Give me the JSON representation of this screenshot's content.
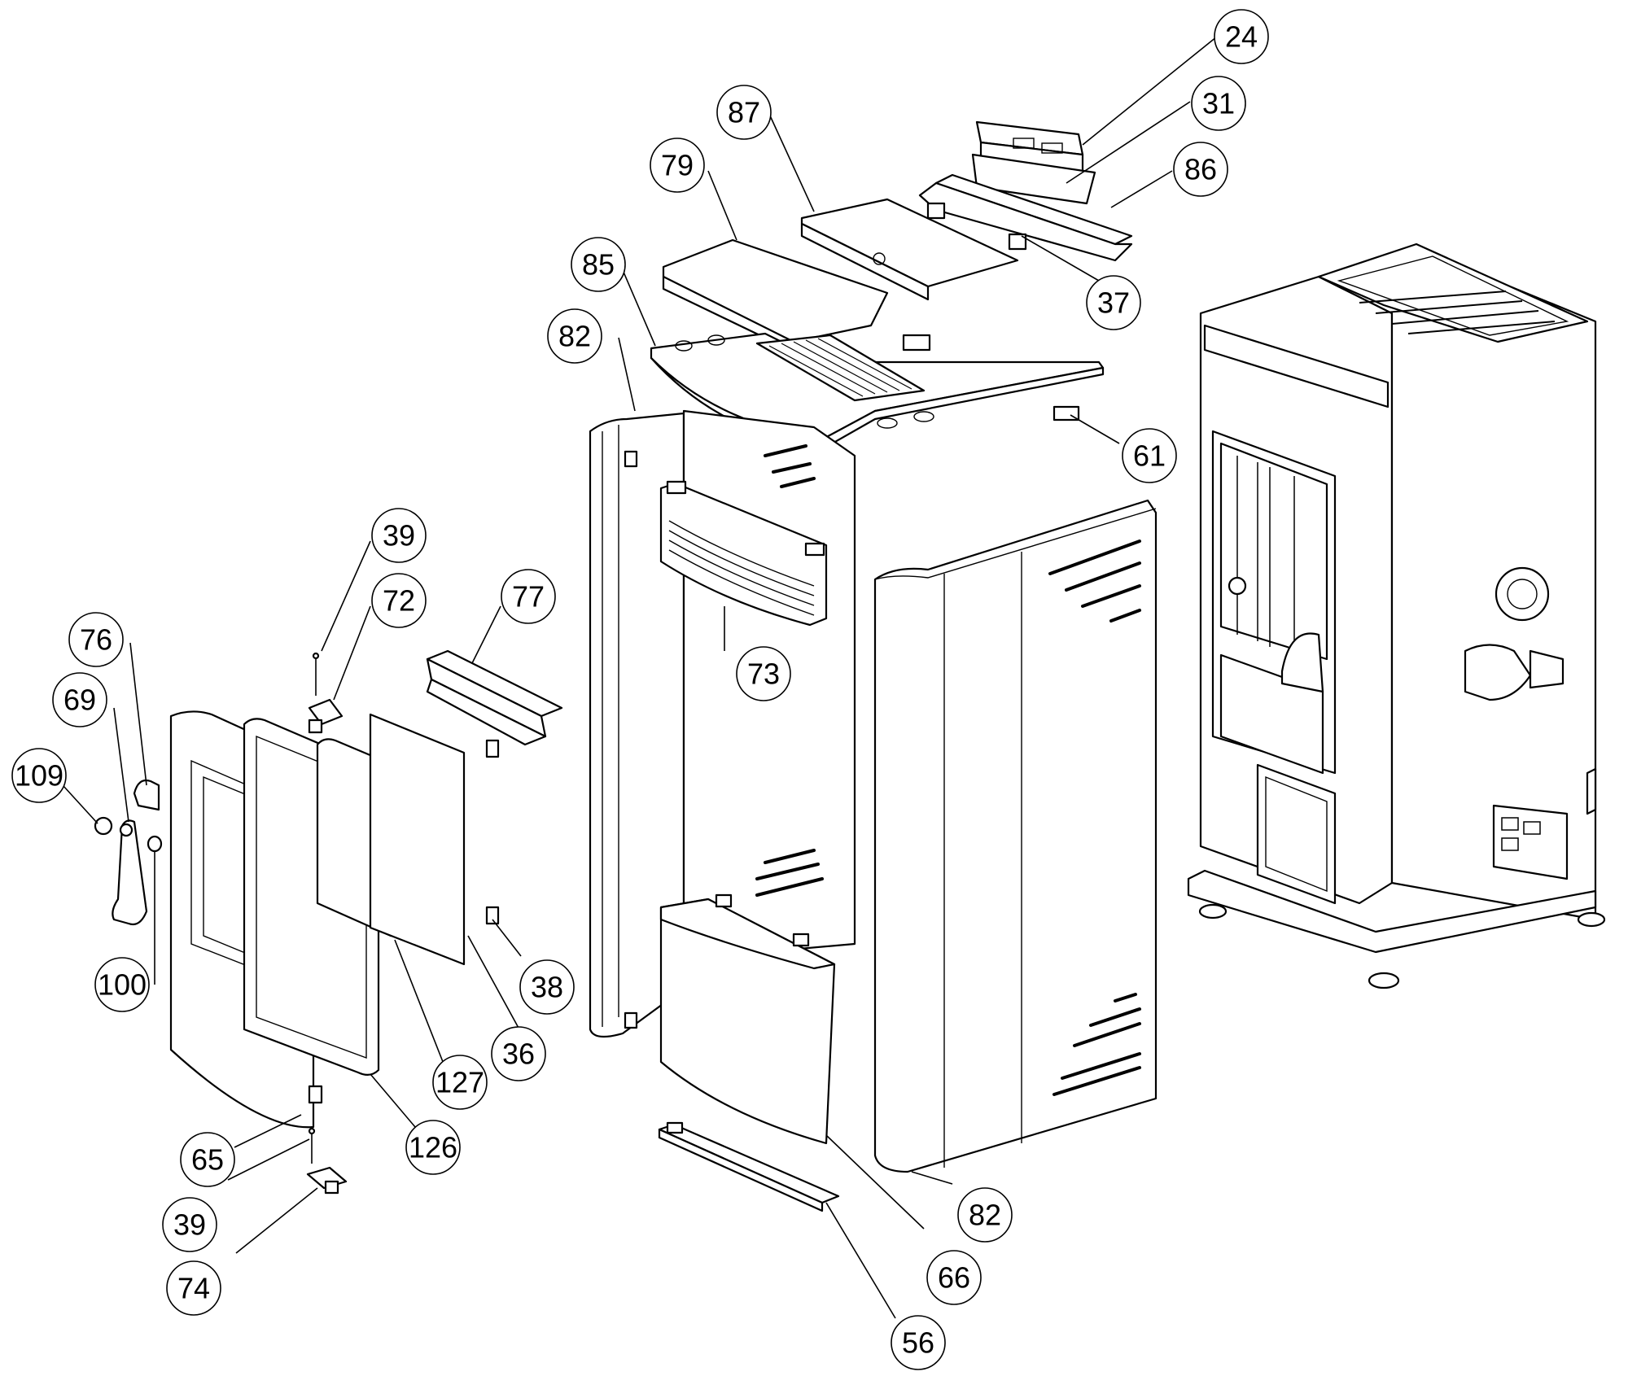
{
  "callouts": [
    {
      "id": "c24a",
      "label": "24"
    },
    {
      "id": "c31",
      "label": "31"
    },
    {
      "id": "c86",
      "label": "86"
    },
    {
      "id": "c87",
      "label": "87"
    },
    {
      "id": "c79",
      "label": "79"
    },
    {
      "id": "c85",
      "label": "85"
    },
    {
      "id": "c82a",
      "label": "82"
    },
    {
      "id": "c37",
      "label": "37"
    },
    {
      "id": "c61",
      "label": "61"
    },
    {
      "id": "c39a",
      "label": "39"
    },
    {
      "id": "c72",
      "label": "72"
    },
    {
      "id": "c77",
      "label": "77"
    },
    {
      "id": "c76",
      "label": "76"
    },
    {
      "id": "c69",
      "label": "69"
    },
    {
      "id": "c109",
      "label": "109"
    },
    {
      "id": "c73",
      "label": "73"
    },
    {
      "id": "c100",
      "label": "100"
    },
    {
      "id": "c38",
      "label": "38"
    },
    {
      "id": "c36",
      "label": "36"
    },
    {
      "id": "c127",
      "label": "127"
    },
    {
      "id": "c126",
      "label": "126"
    },
    {
      "id": "c65",
      "label": "65"
    },
    {
      "id": "c39b",
      "label": "39"
    },
    {
      "id": "c74",
      "label": "74"
    },
    {
      "id": "c82b",
      "label": "82"
    },
    {
      "id": "c66",
      "label": "66"
    },
    {
      "id": "c56",
      "label": "56"
    }
  ]
}
